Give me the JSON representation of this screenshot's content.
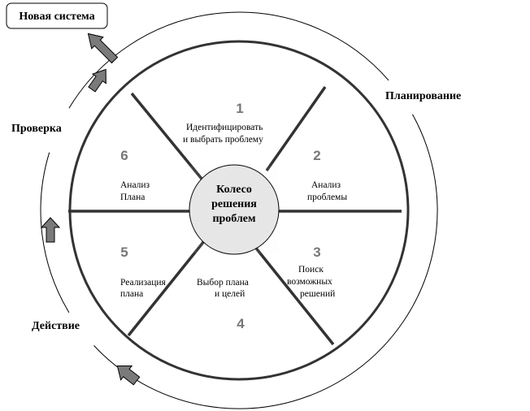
{
  "new_system": "Новая система",
  "phases": {
    "planning": "Планирование",
    "check": "Проверка",
    "action": "Действие"
  },
  "hub": {
    "line1": "Колесо",
    "line2": "решения",
    "line3": "проблем"
  },
  "steps": [
    {
      "number": "1",
      "line1": "Идентифицировать",
      "line2": "и выбрать проблему"
    },
    {
      "number": "2",
      "line1": "Анализ",
      "line2": "проблемы"
    },
    {
      "number": "3",
      "line1": "Поиск",
      "line2": "возможных",
      "line3": "решений"
    },
    {
      "number": "4",
      "line1": "Выбор плана",
      "line2": "и целей"
    },
    {
      "number": "5",
      "line1": "Реализация",
      "line2": "плана"
    },
    {
      "number": "6",
      "line1": "Анализ",
      "line2": "Плана"
    }
  ],
  "colors": {
    "arrow": "#7a7a7a",
    "number": "#777777",
    "hub_fill": "#e6e6e6"
  }
}
